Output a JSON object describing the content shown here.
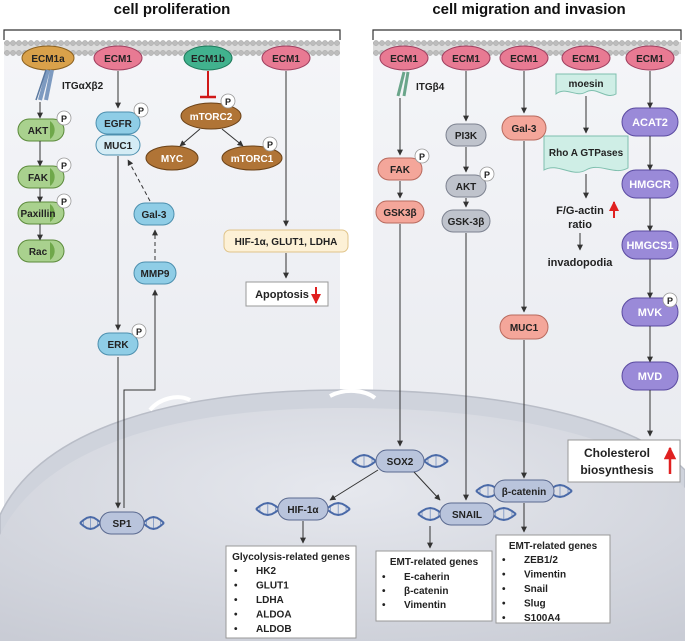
{
  "titles": {
    "left": "cell proliferation",
    "right": "cell migration and invasion"
  },
  "colors": {
    "ecm1": "#e87a93",
    "ecm1a": "#d9a14a",
    "ecm1b": "#41b28e",
    "green_node": "#a9d18e",
    "blue_node": "#8fcde6",
    "brown_node": "#b07436",
    "salmon_node": "#f4a69a",
    "purple_node": "#9a8ad8",
    "membrane": "#c9c9c9",
    "cytoplasm": "#eef0f5",
    "nucleus": "#d6d9e0",
    "arrow_red": "#e02020"
  },
  "phosphate": "P",
  "left": {
    "ecm1a": "ECM1a",
    "ecm1_1": "ECM1",
    "ecm1b": "ECM1b",
    "ecm1_2": "ECM1",
    "integrin": "ITGαXβ2",
    "akt": "AKT",
    "fak": "FAK",
    "paxillin": "Paxillin",
    "rac": "Rac",
    "egfr": "EGFR",
    "muc1": "MUC1",
    "gal3": "Gal-3",
    "mmp9": "MMP9",
    "erk": "ERK",
    "mtorc2": "mTORC2",
    "myc": "MYC",
    "mtorc1": "mTORC1",
    "hif_box": "HIF-1α, GLUT1, LDHA",
    "apoptosis": "Apoptosis"
  },
  "right": {
    "ecm1_a": "ECM1",
    "ecm1_b": "ECM1",
    "ecm1_c": "ECM1",
    "ecm1_d": "ECM1",
    "ecm1_e": "ECM1",
    "moesin": "moesin",
    "itgb4": "ITGβ4",
    "fak": "FAK",
    "gsk3b_left": "GSK3β",
    "pi3k": "PI3K",
    "akt": "AKT",
    "gsk3b": "GSK-3β",
    "gal3": "Gal-3",
    "muc1": "MUC1",
    "rho": "Rho A GTPases",
    "actin_line1": "F/G-actin",
    "actin_line2": "ratio",
    "invadopodia": "invadopodia",
    "acat2": "ACAT2",
    "hmgcr": "HMGCR",
    "hmgcs1": "HMGCS1",
    "mvk": "MVK",
    "mvd": "MVD",
    "chol_line1": "Cholesterol",
    "chol_line2": "biosynthesis"
  },
  "nucleus": {
    "sp1": "SP1",
    "hif1a": "HIF-1α",
    "sox2": "SOX2",
    "snail": "SNAIL",
    "bcatenin": "β-catenin"
  },
  "boxes": {
    "glyco": {
      "title": "Glycolysis-related genes",
      "items": [
        "HK2",
        "GLUT1",
        "LDHA",
        "ALDOA",
        "ALDOB"
      ]
    },
    "emt1": {
      "title": "EMT-related genes",
      "items": [
        "E-caherin",
        "β-catenin",
        "Vimentin"
      ]
    },
    "emt2": {
      "title": "EMT-related genes",
      "items": [
        "ZEB1/2",
        "Vimentin",
        "Snail",
        "Slug",
        "S100A4"
      ]
    }
  },
  "bullet": "•"
}
